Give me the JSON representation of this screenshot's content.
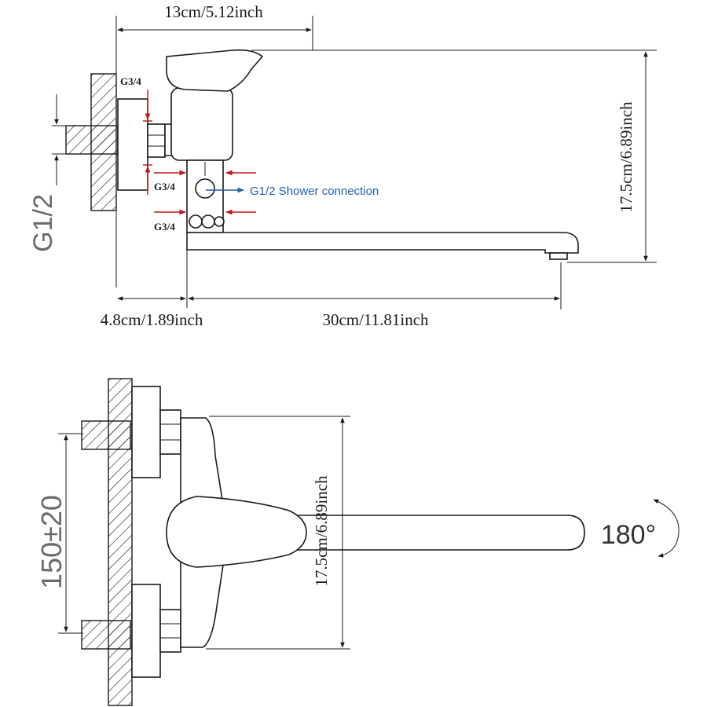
{
  "dimensions": {
    "top_width": "13cm/5.12inch",
    "height_side": "17.5cm/6.89inch",
    "wall_offset": "4.8cm/1.89inch",
    "spout_length": "30cm/11.81inch",
    "height_front": "17.5cm/6.89inch",
    "inlet_spacing": "150±20",
    "rotation": "180°"
  },
  "threads": {
    "wall_thread": "G1/2",
    "inlet_top": "G3/4",
    "inlet_mid": "G3/4",
    "inlet_bottom": "G3/4",
    "shower_connection": "G1/2 Shower connection"
  },
  "colors": {
    "thread_markers": "#c0161d",
    "shower_arrow": "#1f5fae",
    "linework": "#1a1a1a"
  }
}
